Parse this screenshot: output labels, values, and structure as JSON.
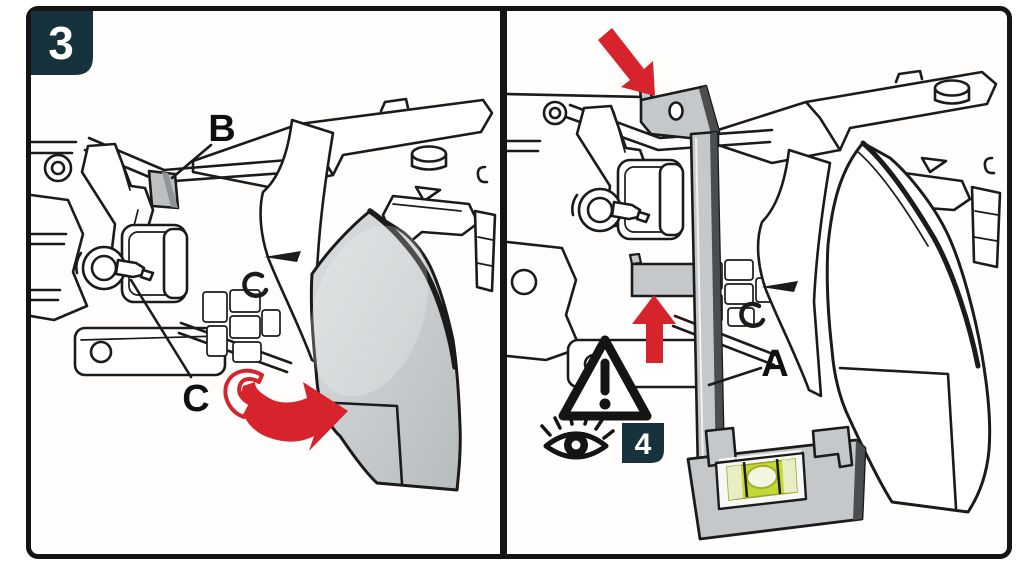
{
  "figure": {
    "type": "instruction-diagram",
    "colors": {
      "accent_red": "#d7232b",
      "badge_dark": "#16323d",
      "lens_gray_light": "#dadddf",
      "lens_gray_mid": "#c9cdcf",
      "lens_gray_dark": "#b6bbbd",
      "tool_gray": "#c4c8ca",
      "tool_edge_dark": "#4a4e50",
      "clip_gray": "#bcc0c2",
      "clip_gray_dark": "#8f9496",
      "level_green": "#c3d832",
      "level_green_pale": "#e9eec2",
      "line": "#1b1b1b"
    },
    "left_panel": {
      "step_badge": "3",
      "labels": {
        "clip_label": "B",
        "screw_label": "C"
      }
    },
    "right_panel": {
      "labels": {
        "tool_label": "A"
      },
      "reference_badge": "4"
    }
  }
}
